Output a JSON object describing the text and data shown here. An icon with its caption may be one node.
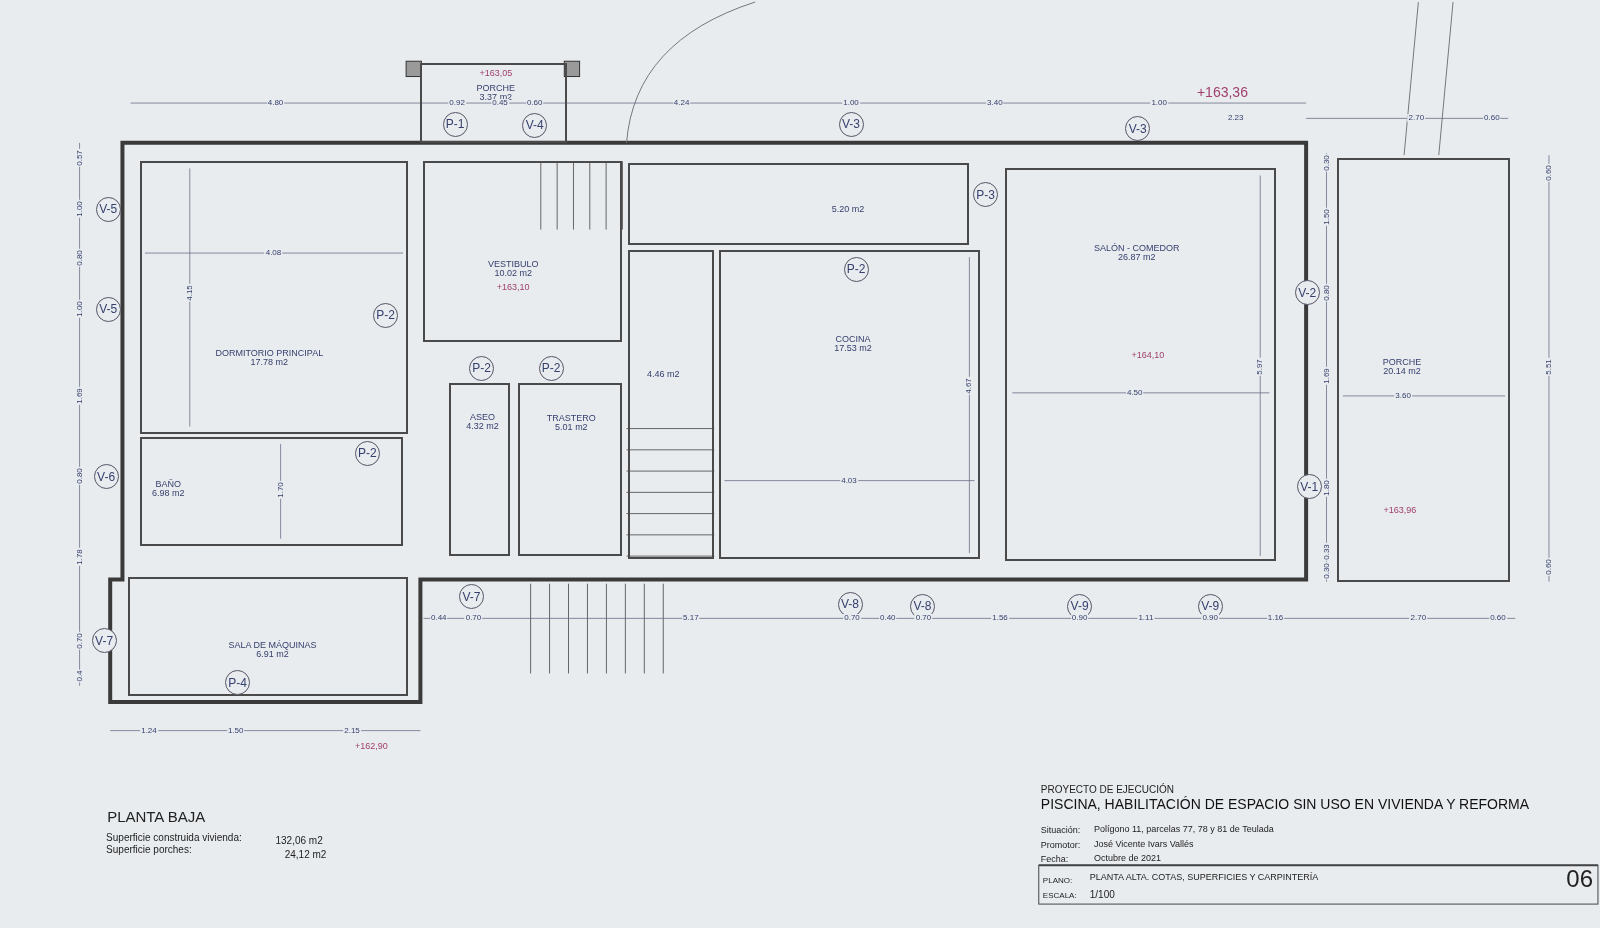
{
  "diagram": {
    "nodes": [
      {
        "text": [
          "+163,05",
          "PORCHE",
          "3.37 m2"
        ]
      },
      {
        "text": [
          "DORMITORIO PRINCIPAL",
          "17.78 m2"
        ]
      },
      {
        "text": [
          "VESTIBULO",
          "10.02 m2",
          "+163,10"
        ]
      },
      {
        "text": [
          "BAÑO",
          "6.98 m2"
        ]
      },
      {
        "text": [
          "ASEO",
          "4.32 m2"
        ]
      },
      {
        "text": [
          "TRASTERO",
          "5.01 m2"
        ]
      },
      {
        "text": [
          "SALA DE MÁQUINAS",
          "6.91 m2"
        ]
      },
      {
        "text": [
          "5.20 m2"
        ]
      },
      {
        "text": [
          "4.46 m2"
        ]
      },
      {
        "text": [
          "COCINA",
          "17.53 m2"
        ]
      },
      {
        "text": [
          "SALÓN - COMEDOR",
          "26.87 m2",
          "+164,10"
        ]
      },
      {
        "text": [
          "PORCHE",
          "20.14 m2",
          "+163,96"
        ]
      },
      {
        "text": [
          "P-1"
        ],
        "in": 0
      },
      {
        "text": [
          "V-4"
        ],
        "in": 0
      },
      {
        "text": [
          "V-3"
        ]
      },
      {
        "text": [
          "V-3"
        ]
      },
      {
        "text": [
          "P-3"
        ]
      },
      {
        "text": [
          "V-5"
        ]
      },
      {
        "text": [
          "P-2"
        ],
        "in": 9
      },
      {
        "text": [
          "V-2"
        ]
      },
      {
        "text": [
          "V-5"
        ]
      },
      {
        "text": [
          "P-2"
        ],
        "in": 1
      },
      {
        "text": [
          "P-2"
        ]
      },
      {
        "text": [
          "P-2"
        ]
      },
      {
        "text": [
          "P-2"
        ],
        "in": 3
      },
      {
        "text": [
          "V-6"
        ]
      },
      {
        "text": [
          "V-1"
        ]
      },
      {
        "text": [
          "V-7"
        ]
      },
      {
        "text": [
          "V-8"
        ]
      },
      {
        "text": [
          "V-8"
        ]
      },
      {
        "text": [
          "V-9"
        ]
      },
      {
        "text": [
          "V-9"
        ]
      },
      {
        "text": [
          "V-7"
        ]
      },
      {
        "text": [
          "P-4"
        ],
        "in": 6
      }
    ],
    "edges": [],
    "labels": [
      "4.80",
      "0.92",
      "0.45",
      "0.60",
      "4.24",
      "1.00",
      "3.40",
      "+163,36",
      "1.00",
      "2.23",
      "2.70",
      "0.60",
      "0.57",
      "1.00",
      "0.80",
      "1.00",
      "1.69",
      "0.80",
      "1.78",
      "0.70",
      "0.4",
      "4.08",
      "4.15",
      "1.70",
      "4.67",
      "4.03",
      "4.50",
      "5.97",
      "3.60",
      "0.30",
      "1.50",
      "0.80",
      "1.69",
      "1.80",
      "0.33",
      "0.30",
      "0.60",
      "5.51",
      "0.60",
      "0.44",
      "0.70",
      "5.17",
      "0.70",
      "0.40",
      "0.70",
      "1.56",
      "0.90",
      "1.11",
      "0.90",
      "1.16",
      "2.70",
      "0.60",
      "1.24",
      "1.50",
      "2.15",
      "+162,90",
      "PLANTA BAJA",
      "Superficie construida vivienda:",
      "132,06 m2",
      "Superficie porches:",
      "24,12 m2",
      "PROYECTO DE EJECUCIÓN",
      "PISCINA, HABILITACIÓN DE ESPACIO SIN USO EN VIVIENDA Y REFORMA",
      "Situación:",
      "Polígono 11, parcelas 77, 78 y 81 de Teulada",
      "Promotor:",
      "José Vicente Ivars Vallés",
      "Fecha:",
      "Octubre de 2021",
      "PLANO:",
      "PLANTA ALTA. COTAS, SUPERFICIES Y CARPINTERÍA",
      "ESCALA:",
      "1/100",
      "06"
    ]
  }
}
